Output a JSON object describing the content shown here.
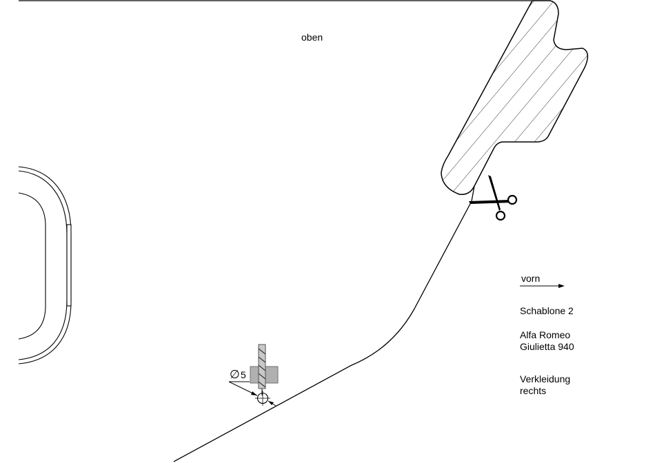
{
  "labels": {
    "top": "oben",
    "forward": "vorn",
    "template": "Schablone 2",
    "vehicle_line1": "Alfa Romeo",
    "vehicle_line2": "Giulietta 940",
    "part_line1": "Verkleidung",
    "part_line2": "rechts",
    "diameter_symbol": "∅",
    "diameter_value": "5"
  },
  "icons": {
    "scissors": "scissors-icon",
    "drill": "drill-bit-icon",
    "hole": "drill-hole-marker-icon",
    "arrow": "arrow-right-icon"
  },
  "colors": {
    "line": "#000000",
    "drill_fill": "#b0b0b0",
    "background": "#ffffff"
  }
}
